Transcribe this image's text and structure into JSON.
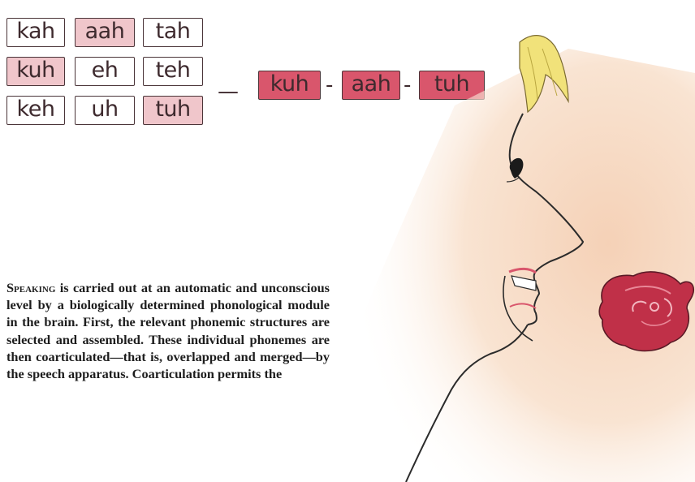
{
  "grid": {
    "rows": [
      [
        {
          "text": "kah",
          "shade": "plain"
        },
        {
          "text": "aah",
          "shade": "light"
        },
        {
          "text": "tah",
          "shade": "plain"
        }
      ],
      [
        {
          "text": "kuh",
          "shade": "light"
        },
        {
          "text": "eh",
          "shade": "plain"
        },
        {
          "text": "teh",
          "shade": "plain"
        }
      ],
      [
        {
          "text": "keh",
          "shade": "plain"
        },
        {
          "text": "uh",
          "shade": "plain"
        },
        {
          "text": "tuh",
          "shade": "light"
        }
      ]
    ]
  },
  "sequence": {
    "lead_dash": "—",
    "separator": "-",
    "syllables": [
      "kuh",
      "aah",
      "tuh"
    ]
  },
  "caption": {
    "lead": "Speaking",
    "body": " is carried out at an automatic and unconscious level by a biologically determined phonological module in the brain. First, the relevant phonemic structures are selected and assembled. These individual phonemes are then coarticulated—that is, overlapped and merged—by the speech apparatus. Coarticulation permits the"
  },
  "colors": {
    "plain": "#ffffff",
    "light": "#f0c6cb",
    "dark": "#d9566c",
    "skin": "#f6d3b6",
    "hair": "#f1e27a",
    "blob": "#c03048"
  },
  "icons": {
    "face": "face-profile-illustration",
    "sound": "sound-blob-icon"
  }
}
